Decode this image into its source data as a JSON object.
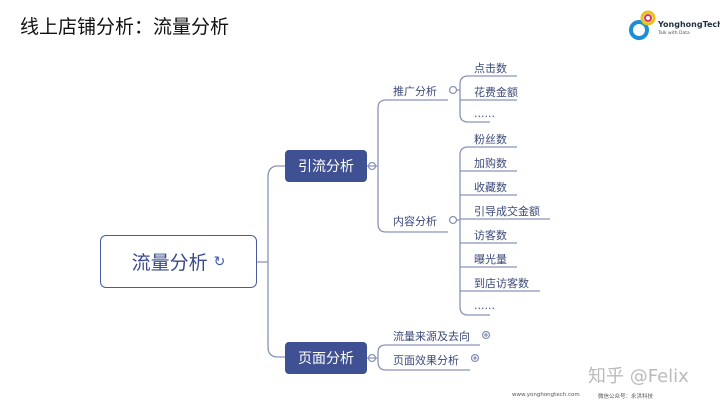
{
  "title": "线上店铺分析：流量分析",
  "logo": {
    "name": "YonghongTech",
    "slogan": "Talk with Data"
  },
  "root": {
    "label": "流量分析"
  },
  "nodes": [
    {
      "label": "引流分析",
      "children": [
        {
          "label": "推广分析",
          "leaves": [
            "点击数",
            "花费金额",
            "......"
          ]
        },
        {
          "label": "内容分析",
          "leaves": [
            "粉丝数",
            "加购数",
            "收藏数",
            "引导成交金额",
            "访客数",
            "曝光量",
            "到店访客数",
            "......"
          ]
        }
      ]
    },
    {
      "label": "页面分析",
      "children": [
        {
          "label": "流量来源及去向"
        },
        {
          "label": "页面效果分析"
        }
      ]
    }
  ],
  "watermark": "知乎 @Felix",
  "footer": {
    "website": "www.yonghongtech.com",
    "wechat": "微信公众号：永洪科技"
  }
}
